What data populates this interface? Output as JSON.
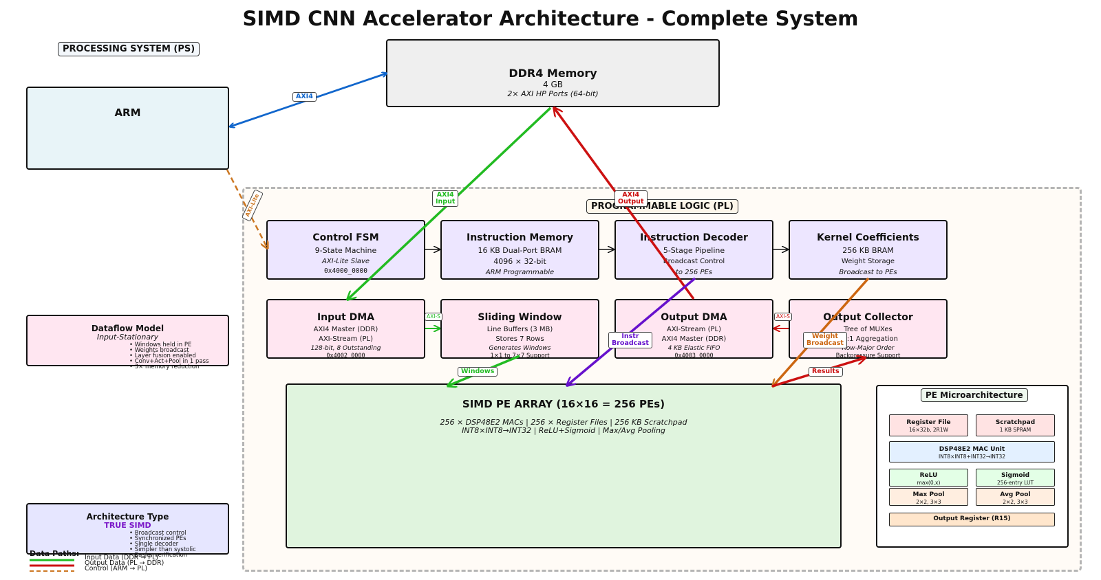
{
  "title": "SIMD CNN Accelerator Architecture - Complete System",
  "ps_label": "PROCESSING SYSTEM (PS)",
  "pl_label": "PROGRAMMABLE LOGIC (PL)",
  "arm": {
    "title": "ARM"
  },
  "ddr": {
    "title": "DDR4 Memory",
    "size": "4 GB",
    "ports": "2× AXI HP Ports (64-bit)"
  },
  "modules": {
    "control_fsm": {
      "title": "Control FSM",
      "l1": "9-State Machine",
      "l2": "AXI-Lite Slave",
      "l3": "0x4000_0000"
    },
    "instr_mem": {
      "title": "Instruction Memory",
      "l1": "16 KB Dual-Port BRAM",
      "l2": "4096 × 32-bit",
      "l3": "ARM Programmable"
    },
    "instr_dec": {
      "title": "Instruction Decoder",
      "l1": "5-Stage Pipeline",
      "l2": "Broadcast Control",
      "l3": "to 256 PEs"
    },
    "kernel": {
      "title": "Kernel Coefficients",
      "l1": "256 KB BRAM",
      "l2": "Weight Storage",
      "l3": "Broadcast to PEs"
    },
    "input_dma": {
      "title": "Input DMA",
      "l1": "AXI4 Master (DDR)",
      "l2": "AXI-Stream (PL)",
      "l3": "128-bit, 8 Outstanding",
      "l4": "0x4002_0000"
    },
    "sliding": {
      "title": "Sliding Window",
      "l1": "Line Buffers (3 MB)",
      "l2": "Stores 7 Rows",
      "l3": "Generates Windows",
      "l4": "1×1 to 7×7 Support"
    },
    "output_dma": {
      "title": "Output DMA",
      "l1": "AXI-Stream (PL)",
      "l2": "AXI4 Master (DDR)",
      "l3": "4 KB Elastic FIFO",
      "l4": "0x4003_0000"
    },
    "collector": {
      "title": "Output Collector",
      "l1": "Tree of MUXes",
      "l2": "16:1 Aggregation",
      "l3": "Row-Major Order",
      "l4": "Backpressure Support"
    }
  },
  "pe_array": {
    "title": "SIMD PE ARRAY (16×16 = 256 PEs)",
    "line1": "256 × DSP48E2 MACs | 256 × Register Files | 256 KB Scratchpad",
    "line2": "INT8×INT8→INT32 | ReLU+Sigmoid | Max/Avg Pooling"
  },
  "pe_micro": {
    "title": "PE Microarchitecture",
    "regfile": {
      "name": "Register File",
      "sub": "16×32b, 2R1W"
    },
    "scratch": {
      "name": "Scratchpad",
      "sub": "1 KB SPRAM"
    },
    "mac": {
      "name": "DSP48E2 MAC Unit",
      "sub": "INT8×INT8+INT32→INT32"
    },
    "relu": {
      "name": "ReLU",
      "sub": "max(0,x)"
    },
    "sigmoid": {
      "name": "Sigmoid",
      "sub": "256-entry LUT"
    },
    "maxpool": {
      "name": "Max Pool",
      "sub": "2×2, 3×3"
    },
    "avgpool": {
      "name": "Avg Pool",
      "sub": "2×2, 3×3"
    },
    "outreg": {
      "name": "Output Register (R15)"
    }
  },
  "dataflow": {
    "title": "Dataflow Model",
    "subtitle": "Input-Stationary",
    "bullets": [
      "Windows held in PE",
      "Weights broadcast",
      "Layer fusion enabled",
      "Conv+Act+Pool in 1 pass",
      "3× memory reduction"
    ]
  },
  "arch_type": {
    "title": "Architecture Type",
    "subtitle": "TRUE SIMD",
    "bullets": [
      "Broadcast control",
      "Synchronized PEs",
      "Single decoder",
      "Simpler than systolic",
      "Easier verification"
    ]
  },
  "legend": {
    "title": "Data Paths:",
    "items": [
      "Input Data (DDR → PL)",
      "Output Data (PL → DDR)",
      "Control (ARM → PL)"
    ]
  },
  "arrow_labels": {
    "axi4": "AXI4",
    "axi_lite": "AXI-Lite",
    "axi4_input_1": "AXI4",
    "axi4_input_2": "Input",
    "axi4_output_1": "AXI4",
    "axi4_output_2": "Output",
    "axis_in": "AXI-S",
    "axis_out": "AXI-S",
    "windows": "Windows",
    "instr_1": "Instr",
    "instr_2": "Broadcast",
    "weight_1": "Weight",
    "weight_2": "Broadcast",
    "results": "Results"
  },
  "colors": {
    "input": "#22bb22",
    "output": "#cc1111",
    "control": "#cc7722",
    "axi4": "#1166cc",
    "instr": "#6611cc",
    "weight": "#cc6611"
  }
}
